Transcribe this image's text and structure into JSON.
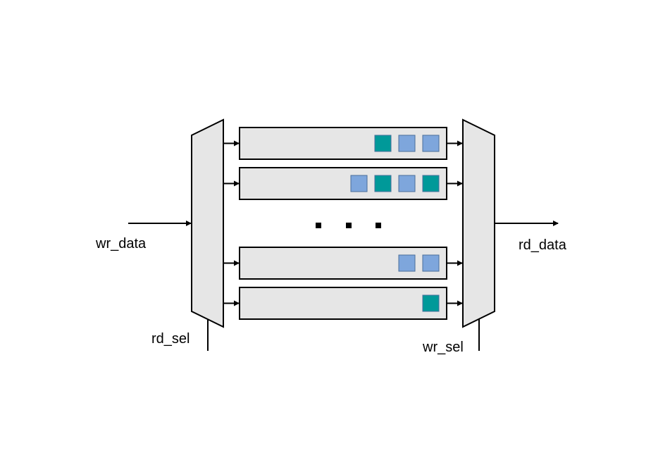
{
  "labels": {
    "wr_data": "wr_data",
    "rd_data": "rd_data",
    "rd_sel": "rd_sel",
    "wr_sel": "wr_sel"
  },
  "colors": {
    "block_fill": "#e6e6e6",
    "stroke": "#000000",
    "teal": "#009999",
    "blue": "#7ea6dc"
  },
  "queues": [
    {
      "cells": [
        "teal",
        "blue",
        "blue"
      ]
    },
    {
      "cells": [
        "blue",
        "teal",
        "blue",
        "teal"
      ]
    },
    {
      "cells": [
        "blue",
        "blue"
      ]
    },
    {
      "cells": [
        "teal"
      ]
    }
  ],
  "ellipsis_dots": 3
}
